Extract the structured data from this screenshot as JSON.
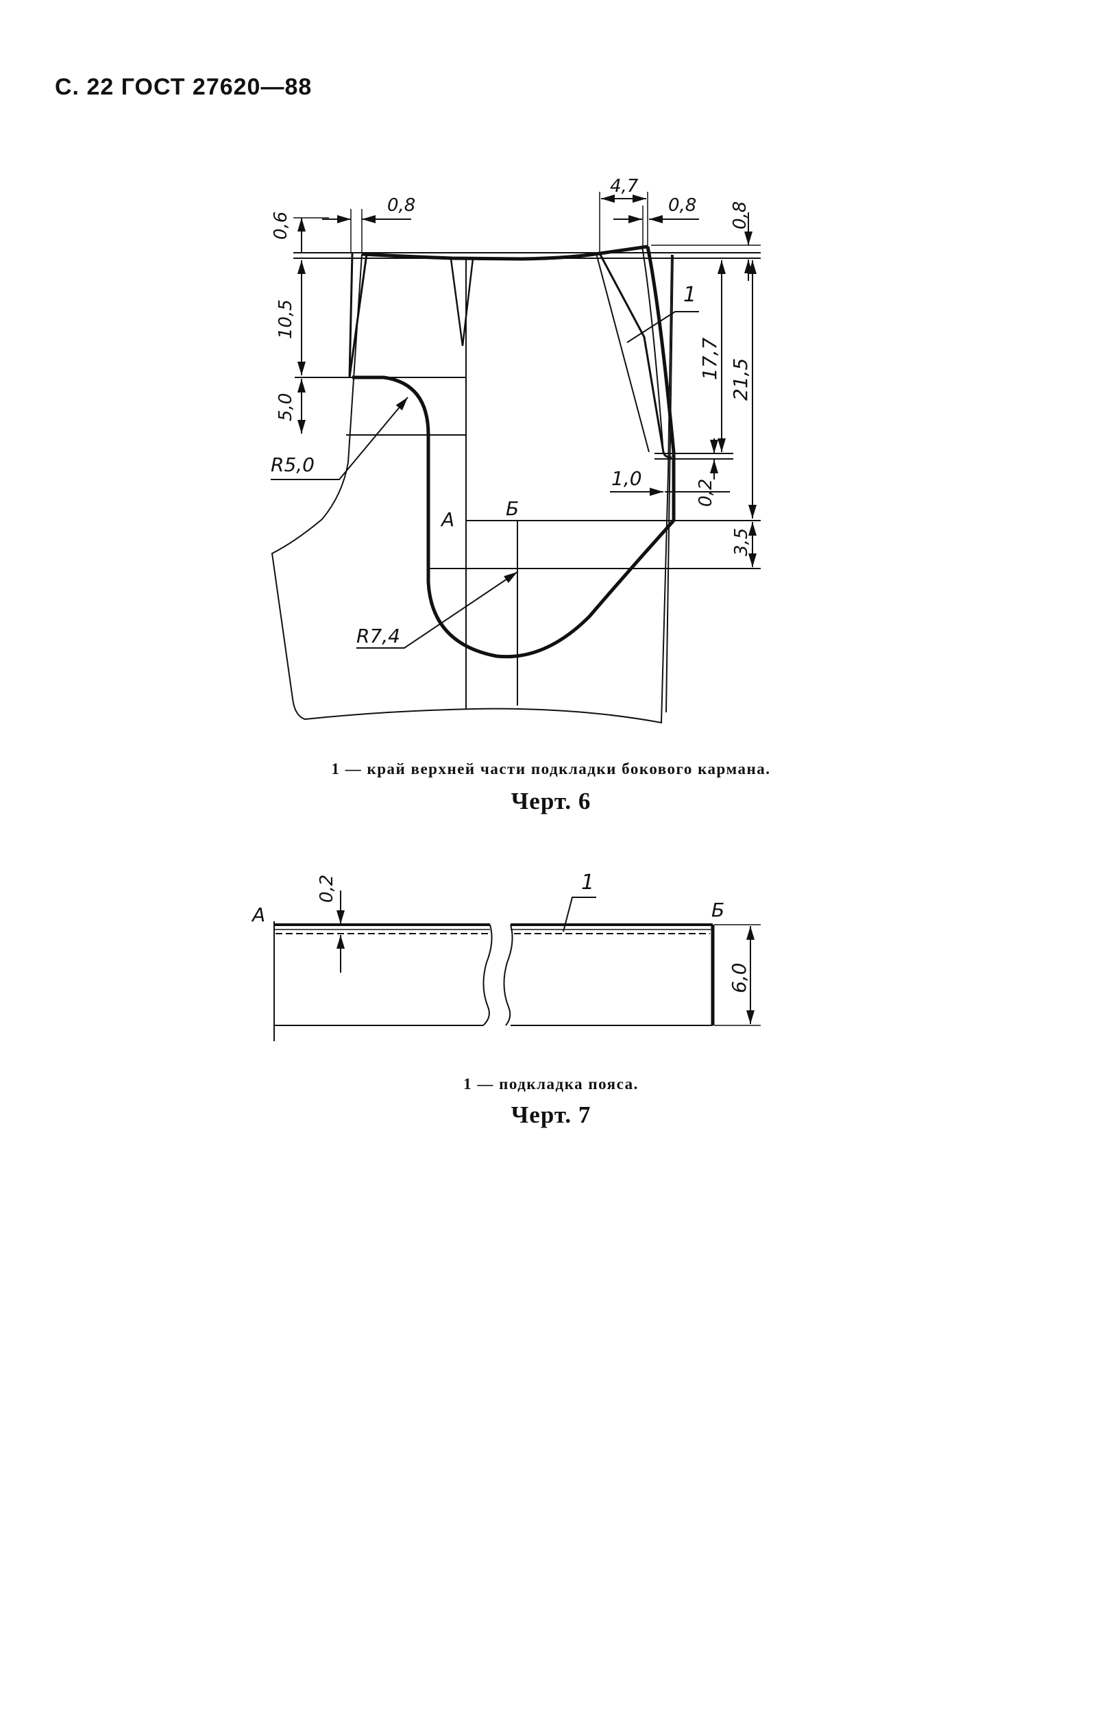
{
  "header": "С. 22 ГОСТ 27620—88",
  "figure6": {
    "dims": {
      "d06": "0,6",
      "d08_left": "0,8",
      "d47": "4,7",
      "d08_right": "0,8",
      "d08_far": "0,8",
      "d105": "10,5",
      "d50": "5,0",
      "r50": "R5,0",
      "d177": "17,7",
      "d215": "21,5",
      "d10": "1,0",
      "d02": "0,2",
      "d35": "3,5",
      "r74": "R7,4",
      "labelA": "А",
      "labelB": "Б",
      "callout1": "1"
    },
    "legend": "1 — край верхней части подкладки бокового кармана.",
    "title": "Черт. 6"
  },
  "figure7": {
    "dims": {
      "d02": "0,2",
      "labelA": "А",
      "callout1": "1",
      "labelB": "Б",
      "d60": "6,0"
    },
    "legend": "1 — подкладка пояса.",
    "title": "Черт. 7"
  }
}
